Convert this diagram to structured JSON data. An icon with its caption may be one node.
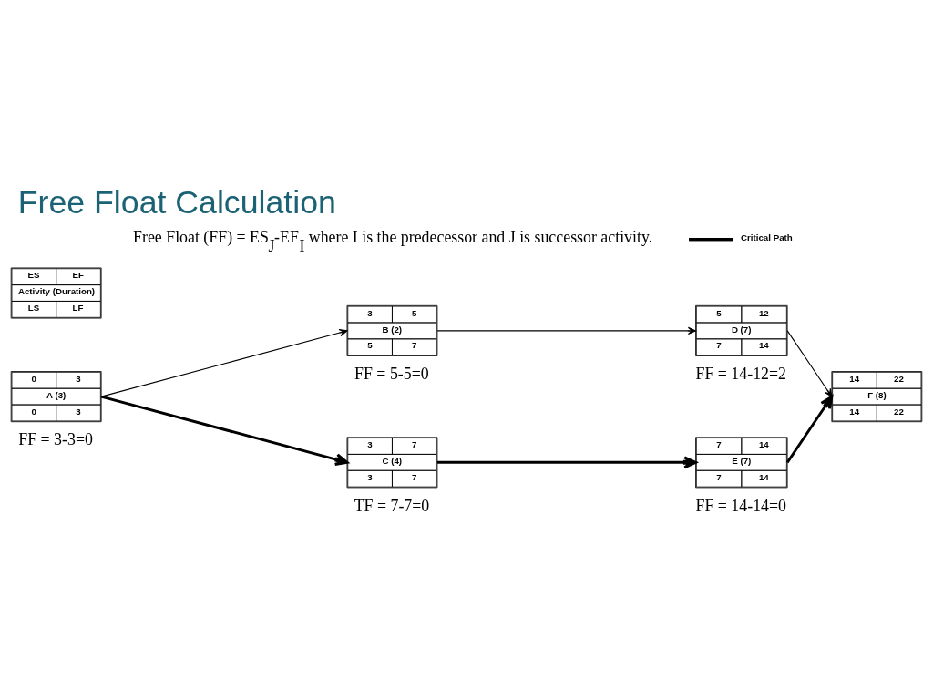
{
  "diagram": {
    "title": "Free Float Calculation",
    "nodes": [
      {
        "text": [
          "ES",
          "EF",
          "Activity (Duration)",
          "LS",
          "LF"
        ]
      },
      {
        "text": [
          "0",
          "3",
          "A (3)",
          "0",
          "3"
        ],
        "beside": [
          "FF = 3-3=0"
        ]
      },
      {
        "text": [
          "3",
          "5",
          "B (2)",
          "5",
          "7"
        ],
        "beside": [
          "FF = 5-5=0"
        ]
      },
      {
        "text": [
          "3",
          "7",
          "C (4)",
          "3",
          "7"
        ],
        "beside": [
          "TF = 7-7=0"
        ]
      },
      {
        "text": [
          "5",
          "12",
          "D (7)",
          "7",
          "14"
        ],
        "beside": [
          "FF = 14-12=2"
        ]
      },
      {
        "text": [
          "7",
          "14",
          "E (7)",
          "7",
          "14"
        ],
        "beside": [
          "FF = 14-14=0"
        ]
      },
      {
        "text": [
          "14",
          "22",
          "F (8)",
          "14",
          "22"
        ]
      }
    ],
    "edges": [
      {
        "from": 1,
        "to": 2,
        "arrow": "to"
      },
      {
        "from": 1,
        "to": 3,
        "arrow": "to",
        "style": "thick"
      },
      {
        "from": 2,
        "to": 4,
        "arrow": "to"
      },
      {
        "from": 3,
        "to": 5,
        "arrow": "to",
        "style": "thick"
      },
      {
        "from": 4,
        "to": 6,
        "arrow": "to"
      },
      {
        "from": 5,
        "to": 6,
        "arrow": "to",
        "style": "thick"
      }
    ],
    "labels": [
      "Free Float (FF) = ES$_{J}$-EF$_{I}$ where I is the predecessor and J is successor activity."
    ],
    "legend": [
      {
        "text": "Critical Path"
      }
    ]
  }
}
